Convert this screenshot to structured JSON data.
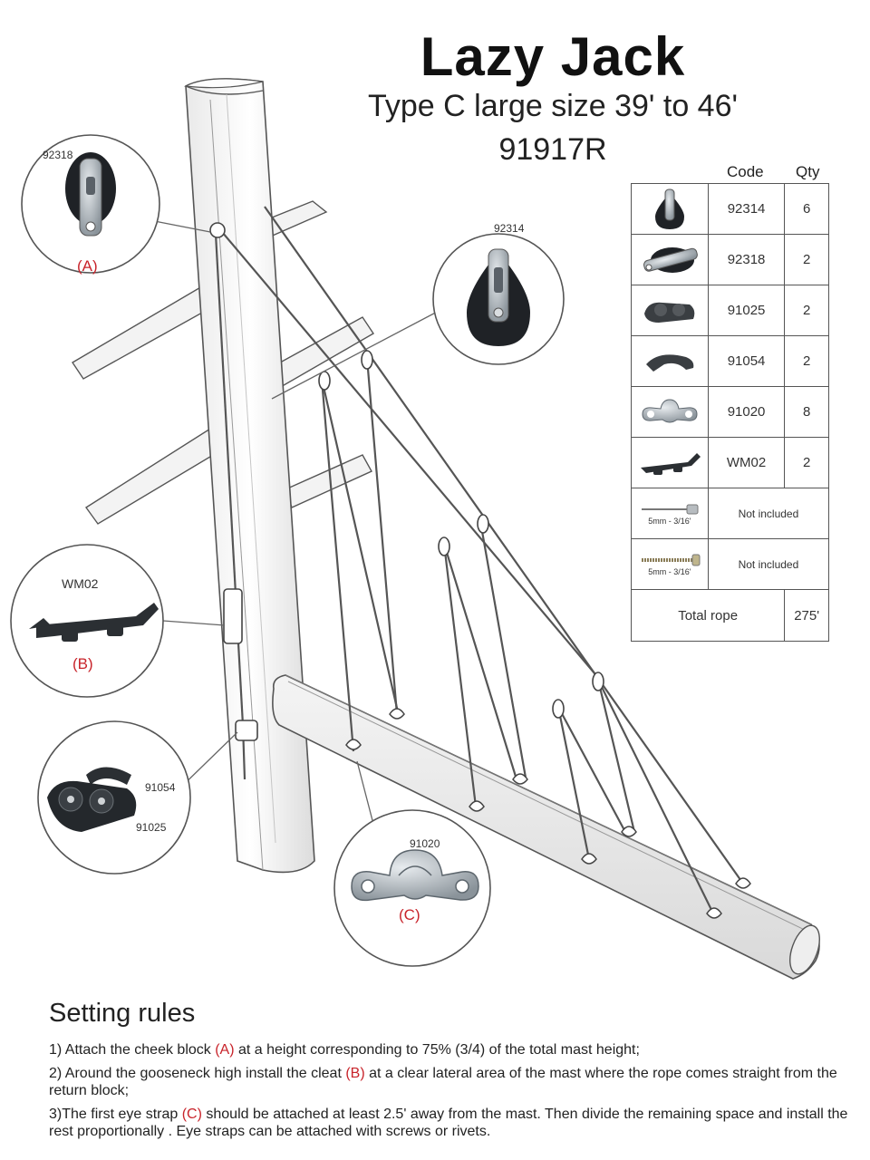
{
  "header": {
    "title": "Lazy Jack",
    "subtitle": "Type C large size 39' to 46'",
    "model": "91917R"
  },
  "parts_table": {
    "headers": {
      "code": "Code",
      "qty": "Qty"
    },
    "rows": [
      {
        "icon": "single-block-icon",
        "code": "92314",
        "qty": "6"
      },
      {
        "icon": "cheek-block-icon",
        "code": "92318",
        "qty": "2"
      },
      {
        "icon": "cam-cleat-icon",
        "code": "91025",
        "qty": "2"
      },
      {
        "icon": "fairlead-icon",
        "code": "91054",
        "qty": "2"
      },
      {
        "icon": "eye-strap-icon",
        "code": "91020",
        "qty": "8"
      },
      {
        "icon": "cleat-icon",
        "code": "WM02",
        "qty": "2"
      },
      {
        "icon": "rivet-icon",
        "size": "5mm - 3/16'",
        "code": "Not included"
      },
      {
        "icon": "screw-icon",
        "size": "5mm - 3/16'",
        "code": "Not included"
      }
    ],
    "total": {
      "label": "Total rope",
      "value": "275'"
    }
  },
  "callouts": {
    "a": {
      "code": "92318",
      "letter": "(A)"
    },
    "block": {
      "code": "92314"
    },
    "b": {
      "code": "WM02",
      "letter": "(B)"
    },
    "cams": {
      "code_top": "91054",
      "code_bottom": "91025"
    },
    "c": {
      "code": "91020",
      "letter": "(C)"
    }
  },
  "rules": {
    "heading": "Setting rules",
    "items": [
      {
        "pre": "1) Attach the cheek block ",
        "mark": "(A)",
        "post": " at a height corresponding to 75% (3/4) of the total mast height;"
      },
      {
        "pre": "2) Around the gooseneck high install the cleat ",
        "mark": "(B)",
        "post": "  at a clear lateral area of the mast where the rope comes straight from the return block;"
      },
      {
        "pre": "3)The first eye strap ",
        "mark": "(C)",
        "post": " should be attached at least 2.5' away from the mast. Then divide the remaining space and install the rest proportionally . Eye straps can be attached with screws or rivets."
      }
    ]
  },
  "colors": {
    "accent_red": "#c8242b",
    "block_dark": "#1f2226",
    "line_gray": "#555555"
  }
}
